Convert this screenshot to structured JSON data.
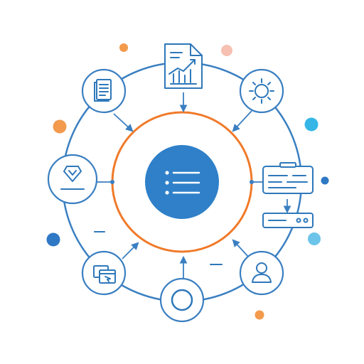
{
  "diagram": {
    "hub": {
      "icon": "list-icon"
    },
    "nodes": [
      {
        "id": "report",
        "icon": "chart-document-icon"
      },
      {
        "id": "settings",
        "icon": "gear-icon"
      },
      {
        "id": "card",
        "icon": "form-card-icon"
      },
      {
        "id": "user",
        "icon": "user-icon"
      },
      {
        "id": "circle",
        "icon": "circle-node-icon"
      },
      {
        "id": "windows",
        "icon": "browser-windows-icon"
      },
      {
        "id": "shield",
        "icon": "shield-icon"
      },
      {
        "id": "document",
        "icon": "document-icon"
      }
    ],
    "decorations": [
      "dots",
      "dashes"
    ]
  },
  "colors": {
    "primary": "#2E78BA",
    "line": "#3A7FC1",
    "hub_fill": "#2F80C8",
    "ring": "#F07A2A",
    "accent_orange": "#F39A4C",
    "accent_peach": "#F6C0B2",
    "accent_cyan": "#35B6E6",
    "accent_blue": "#2F78C5",
    "accent_lightblue": "#6CC4EA"
  }
}
